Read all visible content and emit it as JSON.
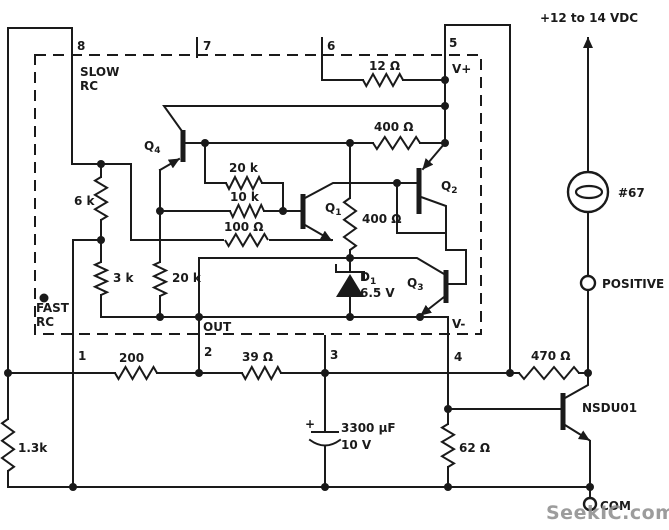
{
  "supply": {
    "label": "+12 to 14 VDC"
  },
  "ic": {
    "pins_top": [
      "8",
      "7",
      "6",
      "5"
    ],
    "pins_bottom": [
      "1",
      "2",
      "3",
      "4"
    ],
    "labels": {
      "slow": "SLOW",
      "slow_rc": "RC",
      "fast": "FAST",
      "fast_rc": "RC",
      "out": "OUT",
      "v_plus": "V+",
      "v_minus": "V-"
    },
    "transistors": {
      "q1": {
        "base": "Q",
        "sub": "1"
      },
      "q2": {
        "base": "Q",
        "sub": "2"
      },
      "q3": {
        "base": "Q",
        "sub": "3"
      },
      "q4": {
        "base": "Q",
        "sub": "4"
      }
    },
    "diode": {
      "name": {
        "base": "D",
        "sub": "1"
      },
      "value": "6.5 V"
    },
    "resistors": {
      "r12": "12 Ω",
      "r400_top": "400 Ω",
      "r400_mid": "400 Ω",
      "r20k_top": "20 k",
      "r10k": "10 k",
      "r100": "100 Ω",
      "r6k": "6 k",
      "r3k": "3 k",
      "r20k_left": "20 k"
    }
  },
  "external": {
    "resistors": {
      "r200": "200",
      "r39": "39 Ω",
      "r470": "470 Ω",
      "r62": "62 Ω",
      "r1_3k": "1.3k"
    },
    "capacitor": {
      "value": "3300 µF",
      "voltage": "10 V",
      "polarity": "+"
    },
    "transistor": "NSDU01",
    "lamp": "#67",
    "terminals": {
      "positive": "POSITIVE",
      "common": "COM"
    }
  },
  "watermark": "SeekIC.com",
  "colors": {
    "ink": "#1a1a1a",
    "watermark": "#8f8f8f",
    "background": "#ffffff"
  }
}
